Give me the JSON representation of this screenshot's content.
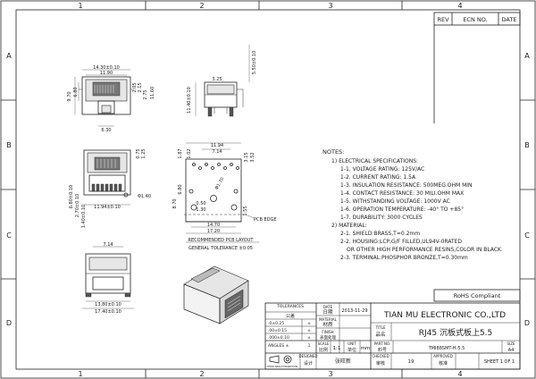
{
  "grid": {
    "columns": [
      "1",
      "2",
      "3",
      "4"
    ],
    "rows": [
      "A",
      "B",
      "C",
      "D"
    ]
  },
  "revision_table": {
    "rev": "REV",
    "ecn": "ECN NO.",
    "date": "DATE"
  },
  "dimensions": {
    "top_width_outer": "14.30±0.10",
    "top_width_inner": "11.90",
    "top_left_h": "9.70",
    "top_left_h2": "6.80",
    "top_r1": "2.05",
    "top_r2": "2.15",
    "top_r3": "2.75",
    "top_r4": "11.60",
    "top_bottom": "6.30",
    "side_top": "5.50±0.10",
    "side_mid": "3.25",
    "side_left": "11.40±0.10",
    "pcb_w1": "11.94",
    "pcb_w2": "7.14",
    "pcb_s1": "1.87",
    "pcb_s2": "1.02",
    "pcb_s3": "3.15",
    "pcb_s4": "3.52",
    "pcb_h1": "6.80",
    "pcb_h2": "8.70",
    "pcb_h3": "0.50",
    "pcb_h4": "1.30",
    "pcb_h5": "1.55",
    "pcb_hole": "Φ1.70",
    "pcb_w3": "14.70",
    "pcb_w4": "17.20",
    "front_h1": "0.75",
    "front_h2": "1.25",
    "front_hole": "Φ1.40",
    "front_w": "11.94±0.10",
    "front_l1": "6.80±0.10",
    "front_l2": "2.70±0.10",
    "front_l3": "1.40±0.10",
    "bottom_top": "7.14",
    "bottom_w1": "13.80±0.10",
    "bottom_w2": "17.40±0.10"
  },
  "labels": {
    "pcb_edge": "PCB EDGE",
    "recommended_layout": "RECOMMENDED PCB LAYOUT",
    "general_tolerance": "GENERAL TOLERANCE ±0.05"
  },
  "notes": {
    "title": "NOTES:",
    "lines": [
      "1) ELECTRICAL SPECIFICATIONS:",
      "1-1. VOLTAGE RATING: 125V/AC",
      "1-2. CURRENT RATING: 1.5A",
      "1-3. INSULATION RESISTANCE: 500MEG.OHM MIN",
      "1-4. CONTACT RESISTANCE: 30 MILI.OHM MAX",
      "1-5. WITHSTANDING VOLTAGE: 1000V AC",
      "1-6. OPERATION TEMPERATURE: -40° TO +85°",
      "1-7. DURABILITY: 3000 CYCLES",
      "2) MATERIAL:",
      "2-1. SHIELD:BRASS,T=0.2mm",
      "2-2. HOUSING:LCP,G/F FILLED,UL94V-0RATED",
      "OR OTHER HIGH PERFORMANCE RESINS,COLOR IN BLACK.",
      "2-3. TERMINAL:PHOSPHOR BRONZE,T=0.30mm"
    ]
  },
  "title_block": {
    "rohs": "RoHS Compliant",
    "tolerances": "TOLERANCES",
    "tol_unit": "公差",
    "tol_rows": [
      {
        "val": ".0±0.25",
        "mark": "±"
      },
      {
        "val": ".00±0.15",
        "mark": "±"
      },
      {
        "val": ".000±0.10",
        "mark": "±"
      },
      {
        "val": "ANGLES ±",
        "mark": "1"
      }
    ],
    "date_label": "DATE",
    "date_cn": "日期",
    "date_value": "2013-11-29",
    "material_label": "MATERIAL",
    "material_cn": "材质",
    "finish_label": "FINISH",
    "finish_cn": "表面处理",
    "company": "TIAN MU ELECTRONIC CO.,LTD",
    "title_label": "TITLE",
    "title_cn": "品名",
    "title_value": "RJ45 沉板式板上5.5",
    "scale_label": "SCALE",
    "scale_cn": "比例",
    "scale_value": "1:1",
    "unit_label": "UNIT",
    "unit_cn": "单位",
    "unit_value": "mm",
    "part_label": "PART NO.",
    "part_cn": "料号",
    "part_value": "TMI88SMT-H-5.5",
    "size_label": "SIZE",
    "size_value": "A4",
    "designed_label": "DESIGNED",
    "designed_cn": "设计",
    "designer": "张旺新",
    "checked_label": "CHECKED",
    "checked_cn": "审核",
    "checked_value": "19",
    "approved_label": "APPROVED",
    "approved_cn": "核准",
    "sheet": "SHEET 1 OF 1",
    "projection": "THIRD ANGLE PROJECTION"
  }
}
